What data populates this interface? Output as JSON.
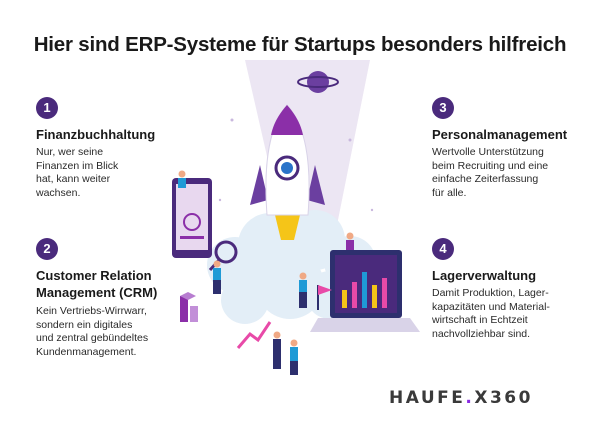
{
  "title": "Hier sind ERP-Systeme für Startups besonders hilfreich",
  "items": [
    {
      "number": "1",
      "heading": [
        "Finanzbuchhaltung"
      ],
      "text": [
        "Nur, wer seine",
        "Finanzen im Blick",
        "hat, kann weiter",
        "wachsen."
      ]
    },
    {
      "number": "2",
      "heading": [
        "Customer Relation",
        "Management (CRM)"
      ],
      "text": [
        "Kein Vertriebs-Wirrwarr,",
        "sondern ein digitales",
        "und zentral gebündeltes",
        "Kundenmanagement."
      ]
    },
    {
      "number": "3",
      "heading": [
        "Personalmanagement"
      ],
      "text": [
        "Wertvolle Unterstützung",
        "beim Recruiting und eine",
        "einfache Zeiterfassung",
        "für alle."
      ]
    },
    {
      "number": "4",
      "heading": [
        "Lagerverwaltung"
      ],
      "text": [
        "Damit Produktion, Lager-",
        "kapazitäten und Material-",
        "wirtschaft in Echtzeit",
        "nachvollziehbar sind."
      ]
    }
  ],
  "logo": {
    "part1": "HAUFE",
    "dot": ".",
    "part2": "X360"
  },
  "colors": {
    "accent": "#4a2a7c",
    "beam": "#ece6f3",
    "cloud": "#e3eef7",
    "rocket_purple": "#8b2fa8",
    "rocket_yellow": "#f5c518"
  }
}
